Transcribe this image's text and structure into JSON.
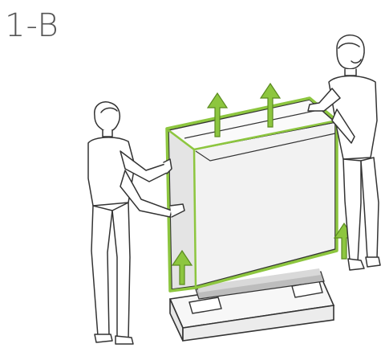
{
  "step": {
    "label": "1-B"
  },
  "illustration": {
    "highlight_color": "#8dc63f",
    "line_color": "#333333",
    "box_fill": "#f0f0f0",
    "arrow_direction": "up",
    "arrow_count": 4
  }
}
